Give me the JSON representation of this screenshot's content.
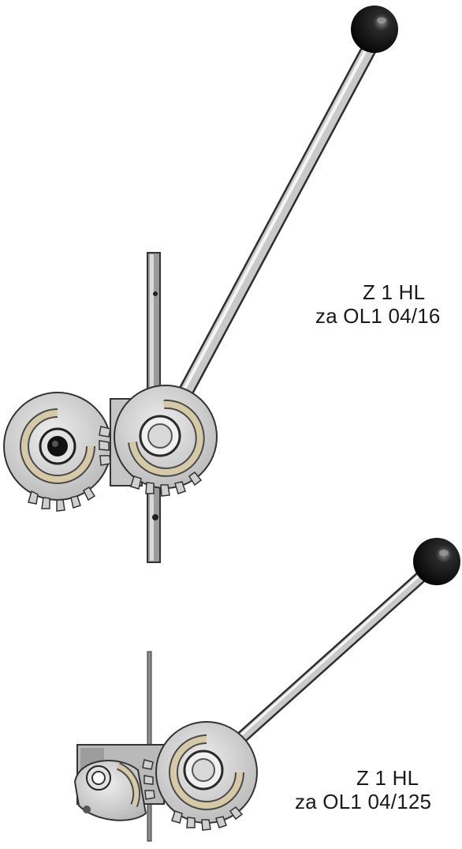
{
  "items": [
    {
      "model": "Z 1 HL",
      "fits": "za OL1 04/16"
    },
    {
      "model": "Z 1 HL",
      "fits": "za OL1 04/125"
    }
  ],
  "colors": {
    "background": "#ffffff",
    "metal": "#d9d9d9",
    "knob": "#151515",
    "text": "#1a1a1a"
  },
  "icons": [
    "gear-mechanism-with-lever-handle",
    "gear-mechanism-with-lever-handle"
  ]
}
